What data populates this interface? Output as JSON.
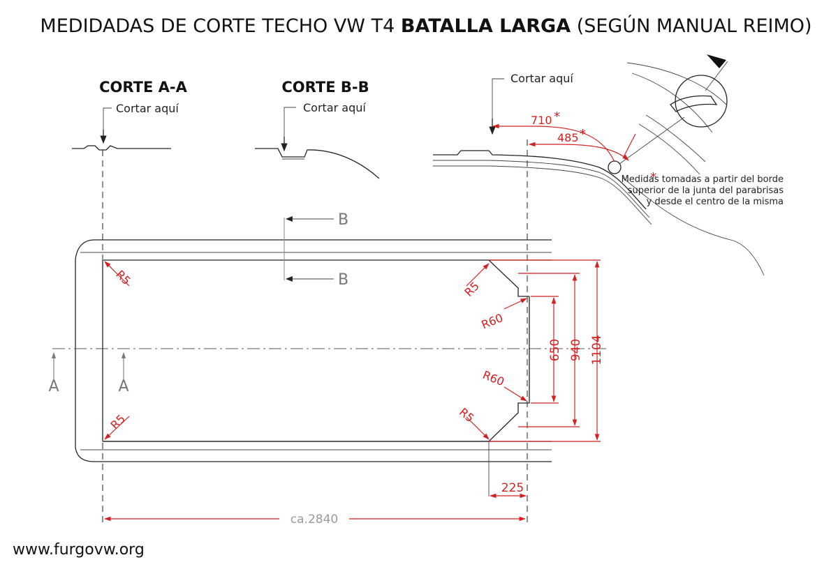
{
  "title": {
    "prefix": "MEDIDADAS DE CORTE TECHO VW T4 ",
    "bold": "BATALLA LARGA",
    "suffix": " (SEGÚN MANUAL REIMO)"
  },
  "sections": {
    "a": {
      "title": "CORTE A-A",
      "cut_label": "Cortar aquí"
    },
    "b": {
      "title": "CORTE B-B",
      "cut_label": "Cortar aquí"
    },
    "c": {
      "cut_label": "Cortar aquí"
    }
  },
  "dimensions": {
    "d710": "710",
    "d485": "485",
    "d650": "650",
    "d940": "940",
    "d1104": "1104",
    "d225": "225",
    "total": "ca.2840",
    "star": "*",
    "radius_r5": "R5",
    "radius_r60": "R60"
  },
  "section_markers": {
    "a": "A",
    "b": "B"
  },
  "note": {
    "star": "*",
    "line1": "Medidas tomadas a partir del borde",
    "line2": "superior de la junta del parabrisas",
    "line3": "y desde el centro de la misma"
  },
  "website": "www.furgovw.org",
  "colors": {
    "dimension_red": "#d42020",
    "drawing_black": "#222222",
    "section_grey": "#777777"
  }
}
